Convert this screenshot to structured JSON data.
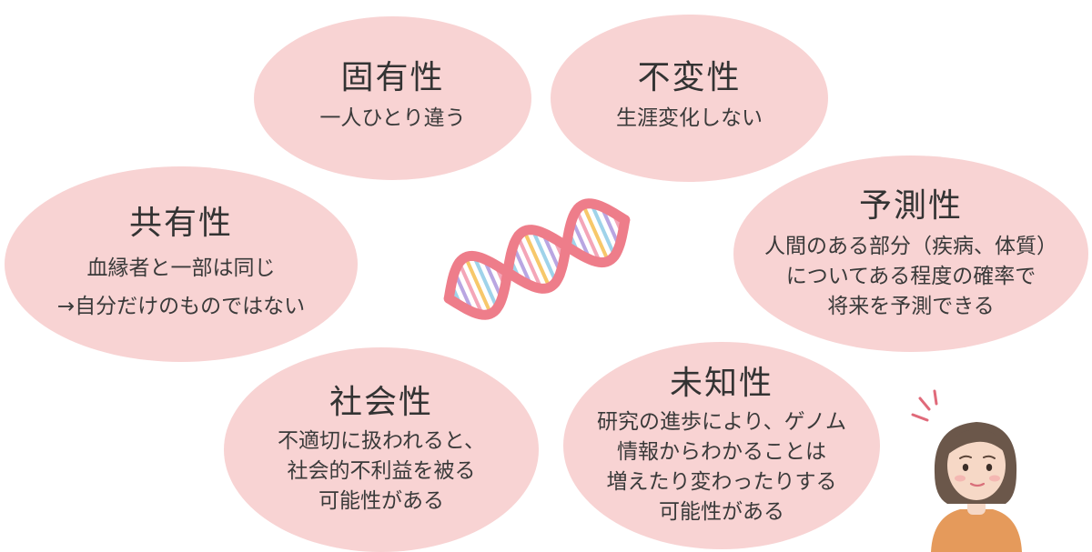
{
  "bubbles": {
    "koyu": {
      "title": "固有性",
      "desc": "一人ひとり違う"
    },
    "fuhen": {
      "title": "不変性",
      "desc": "生涯変化しない"
    },
    "kyoyu": {
      "title": "共有性",
      "desc": "血縁者と一部は同じ\n→自分だけのものではない"
    },
    "yosoku": {
      "title": "予測性",
      "desc": "人間のある部分（疾病、体質）\nについてある程度の確率で\n将来を予測できる"
    },
    "shakai": {
      "title": "社会性",
      "desc": "不適切に扱われると、\n社会的不利益を被る\n可能性がある"
    },
    "michi": {
      "title": "未知性",
      "desc": "研究の進歩により、ゲノム\n情報からわかることは\n増えたり変わったりする\n可能性がある"
    }
  },
  "colors": {
    "bubble_fill": "#f8d3d3",
    "dna_strand": "#ee7d8a",
    "base_pairs": [
      "#f7c86a",
      "#9fd3ea",
      "#b9a6e2",
      "#f4a6b8"
    ],
    "skin": "#f6d8c6",
    "hair": "#6b574a",
    "shirt": "#e59a5b"
  },
  "icons": [
    "dna-icon",
    "worried-person-icon"
  ]
}
